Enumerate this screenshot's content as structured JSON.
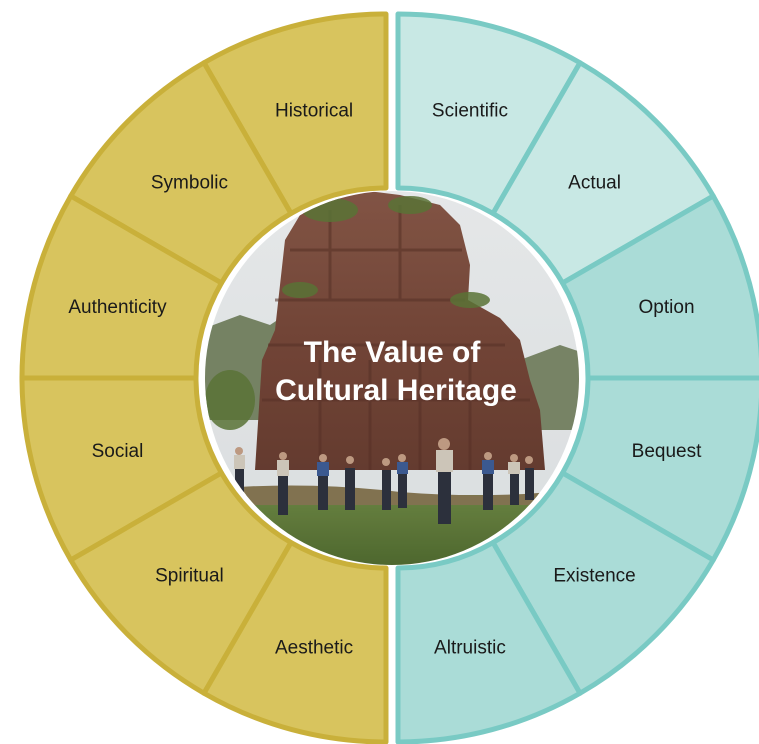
{
  "diagram": {
    "title_lines": [
      "The Value of",
      "Cultural Heritage"
    ],
    "colors": {
      "left_fill": "#d8c45e",
      "left_stroke": "#c9b03a",
      "right_light_fill": "#c8e8e4",
      "right_dark_fill": "#aadcd7",
      "right_stroke": "#79cac4"
    },
    "left_segments": [
      "Historical",
      "Symbolic",
      "Authenticity",
      "Social",
      "Spiritual",
      "Aesthetic"
    ],
    "right_segments": [
      {
        "label": "Scientific",
        "shade": "light"
      },
      {
        "label": "Actual",
        "shade": "light"
      },
      {
        "label": "Option",
        "shade": "dark"
      },
      {
        "label": "Bequest",
        "shade": "dark"
      },
      {
        "label": "Existence",
        "shade": "dark"
      },
      {
        "label": "Altruistic",
        "shade": "dark"
      }
    ],
    "photo_description_icon": "temple-ruin-photo"
  }
}
